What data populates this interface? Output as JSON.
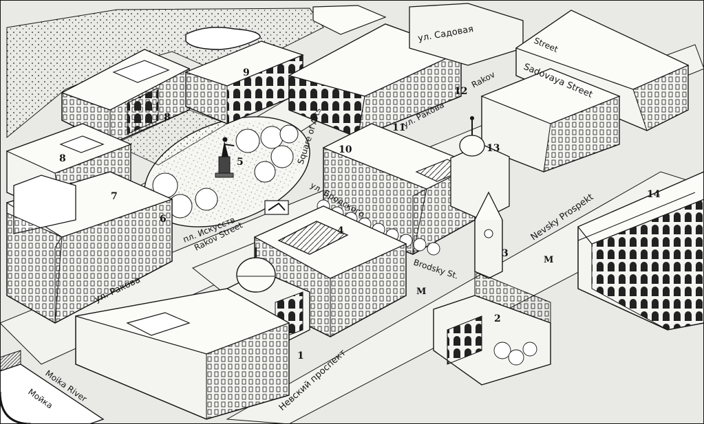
{
  "map": {
    "colors": {
      "paper": "#e9e9e6",
      "ink": "#151515",
      "building": "#f4f4f1",
      "roof": "#fbfbf8",
      "shade": "#c9c9c4",
      "water": "#ffffff"
    },
    "streets": {
      "sadovaya_ru": "ул. Садовая",
      "sadovaya_en": "Sadovaya Street",
      "street_word": "Street",
      "rakova_ru_1": "ул. Ракова",
      "rakova_ru_2": "ул. Ракова",
      "rakov_en": "Rakov",
      "rakov_street_en": "Rakov Street",
      "square_ru": "пл. Искусств",
      "square_en": "Square of Arts",
      "brodsky_ru": "ул. Бродского",
      "brodsky_en": "Brodsky St.",
      "nevsky_ru": "Невский проспект",
      "nevsky_en": "Nevsky Prospekt",
      "moika_ru": "Мойка",
      "moika_en": "Moika River"
    },
    "numbers": [
      "1",
      "2",
      "3",
      "4",
      "5",
      "6",
      "7",
      "8",
      "8",
      "9",
      "10",
      "11",
      "12",
      "13",
      "14"
    ],
    "metro": [
      "M",
      "M"
    ],
    "icons": {
      "metro": "metro-icon",
      "monument": "pushkin-monument-icon",
      "sign": "hotel-sign-icon"
    }
  }
}
